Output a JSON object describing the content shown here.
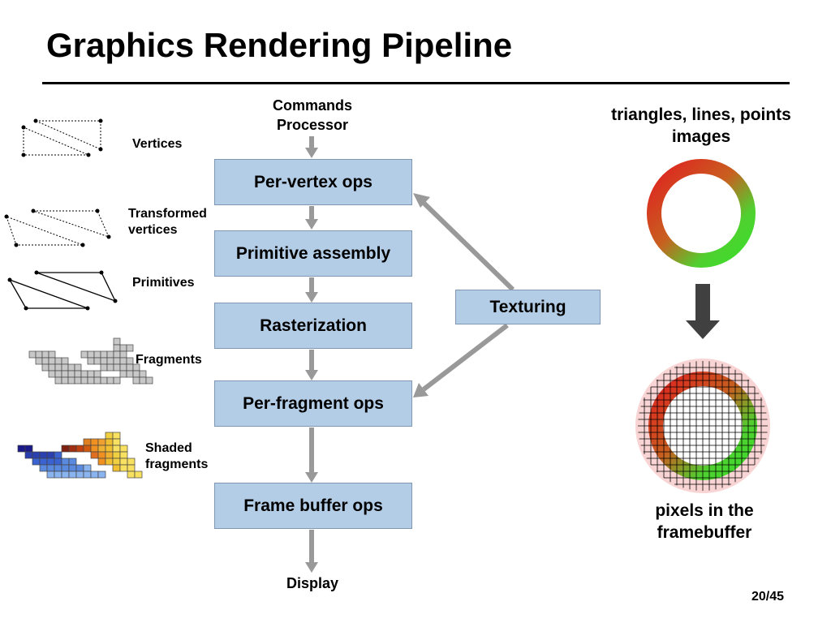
{
  "title": "Graphics Rendering Pipeline",
  "pipeline": {
    "input": [
      "Commands",
      "Processor"
    ],
    "stages": [
      "Per-vertex ops",
      "Primitive assembly",
      "Rasterization",
      "Per-fragment ops",
      "Frame buffer ops"
    ],
    "output": "Display",
    "texturing": "Texturing"
  },
  "left_labels": {
    "vertices": "Vertices",
    "transformed": [
      "Transformed",
      "vertices"
    ],
    "primitives": "Primitives",
    "fragments": "Fragments",
    "shaded": [
      "Shaded",
      "fragments"
    ]
  },
  "right_panel": {
    "top_caption": [
      "triangles, lines, points",
      "images"
    ],
    "bottom_caption": [
      "pixels in the",
      "framebuffer"
    ]
  },
  "page_number": "20/45",
  "colors": {
    "box_fill": "#b4cde6",
    "arrow_gray": "#999999",
    "ring_red": "#e02020",
    "ring_green": "#3add2a",
    "dark_arrow": "#404040"
  },
  "icons": [
    "dotted-triangle-pair-icon",
    "solid-triangle-pair-icon",
    "fragment-grid-icon",
    "shaded-fragment-icon",
    "color-ring-icon",
    "pixel-ring-icon",
    "down-arrow-icon"
  ]
}
